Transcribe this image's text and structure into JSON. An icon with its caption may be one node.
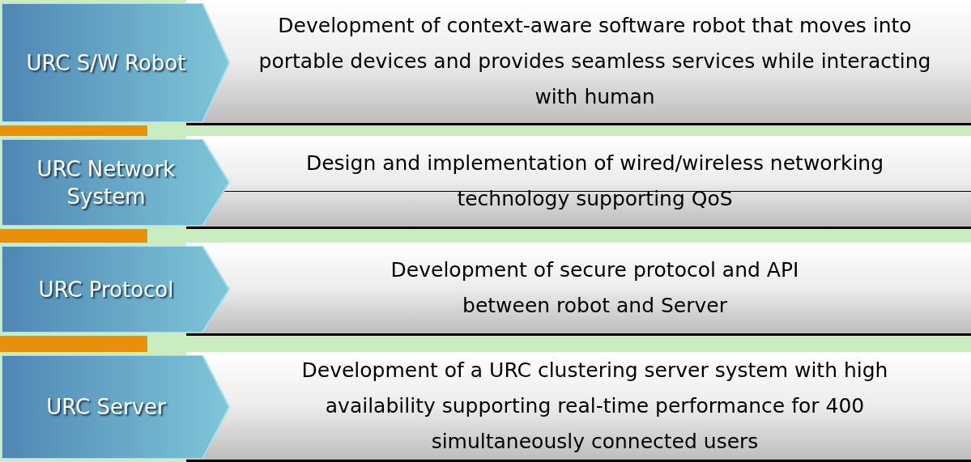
{
  "diagram": {
    "nodes": [
      {
        "text": [
          "URC S/W Robot"
        ]
      },
      {
        "text": [
          "Development of context-aware software robot that moves into portable devices and provides seamless services while interacting with human"
        ]
      },
      {
        "text": [
          "URC Network System"
        ]
      },
      {
        "text": [
          "Design and implementation of wired/wireless networking technology supporting QoS"
        ]
      },
      {
        "text": [
          "URC Protocol"
        ]
      },
      {
        "text": [
          "Development of secure protocol and API between robot and Server"
        ]
      },
      {
        "text": [
          "URC Server"
        ]
      },
      {
        "text": [
          "Development of a URC clustering server system with high availability supporting real-time performance for 400 simultaneously connected users"
        ]
      }
    ],
    "edges": []
  }
}
